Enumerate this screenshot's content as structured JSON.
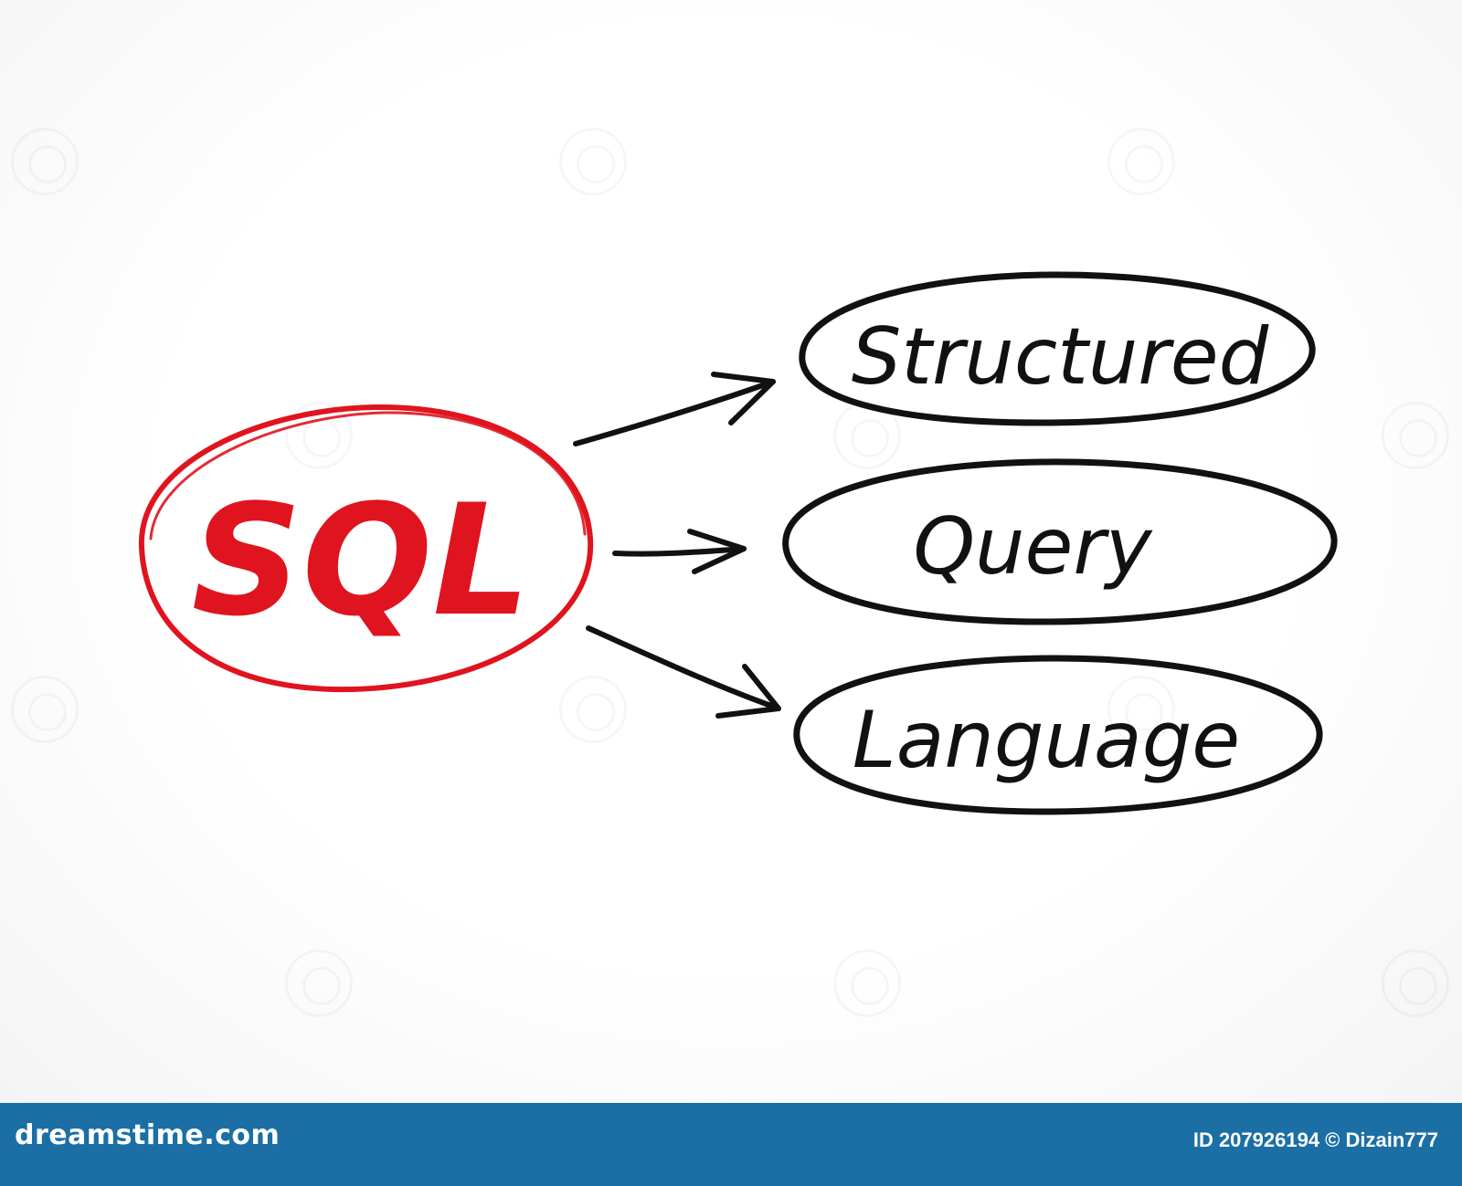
{
  "diagram": {
    "center": {
      "label": "SQL",
      "color": "#e0141e"
    },
    "items": [
      {
        "label": "Structured"
      },
      {
        "label": "Query"
      },
      {
        "label": "Language"
      }
    ],
    "ink_color": "#111111"
  },
  "footer": {
    "brand": "dreamstime.com",
    "credit": "ID 207926194 © Dizain777",
    "background": "#1b6fa5"
  }
}
